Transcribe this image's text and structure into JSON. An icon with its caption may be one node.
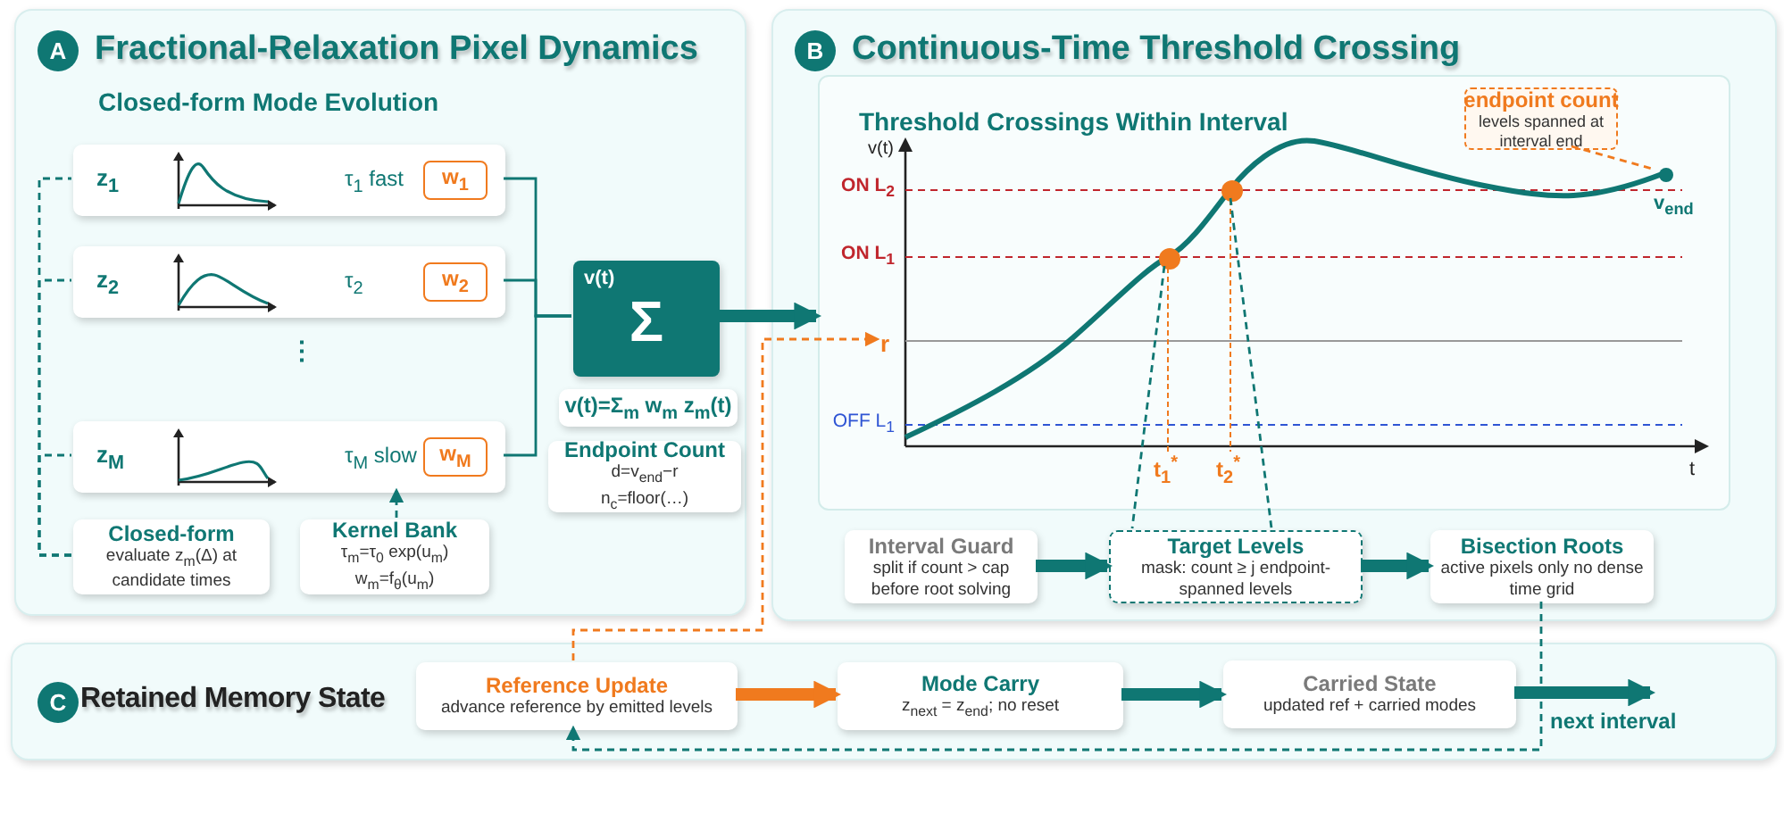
{
  "diagram": {
    "nodes": [
      {
        "text": [
          "A",
          "Fractional-Relaxation Pixel Dynamics"
        ]
      },
      {
        "text": [
          "B",
          "Continuous-Time Threshold Crossing"
        ]
      },
      {
        "text": [
          "C",
          "Retained Memory State"
        ]
      },
      {
        "text": [
          "z$_{1}$",
          "τ$_{1}$ fast"
        ],
        "in": 0
      },
      {
        "text": [
          "w$_{1}$"
        ],
        "in": 3
      },
      {
        "text": [
          "z$_{2}$",
          "τ$_{2}$"
        ],
        "in": 0
      },
      {
        "text": [
          "w$_{2}$"
        ],
        "in": 5
      },
      {
        "text": [
          "z$_{M}$",
          "τ$_{M}$ slow"
        ],
        "in": 0
      },
      {
        "text": [
          "w$_{M}$"
        ],
        "in": 7
      },
      {
        "text": [
          "Closed-form",
          "evaluate z$_{m}$(Δ) at candidate times"
        ],
        "in": 0
      },
      {
        "text": [
          "Kernel Bank",
          "τ$_{m}$=τ$_{0}$ exp(u$_{m}$)",
          "w$_{m}$=f$_{θ}$(u$_{m}$)"
        ],
        "in": 0
      },
      {
        "text": [
          "v(t)",
          "Σ"
        ],
        "in": 0
      },
      {
        "text": [
          "v(t)=Σ$_{m}$ w$_{m}$ z$_{m}$(t)"
        ],
        "in": 0
      },
      {
        "text": [
          "Endpoint Count",
          "d=v$_{end}$−r",
          "n$_{c}$=floor(…)"
        ],
        "in": 0
      },
      {
        "text": [
          "Threshold Crossings Within Interval"
        ],
        "in": 1
      },
      {
        "text": [
          "endpoint count",
          "levels spanned at interval end"
        ],
        "in": 14
      },
      {
        "text": [],
        "shape": "circle",
        "in": 14,
        "beside": [
          "v$_{end}$"
        ]
      },
      {
        "text": [],
        "shape": "circle",
        "in": 14
      },
      {
        "text": [],
        "shape": "circle",
        "in": 14
      },
      {
        "text": [
          "r"
        ],
        "in": 14
      },
      {
        "text": [
          "Interval Guard",
          "split if count > cap before root solving"
        ],
        "in": 1
      },
      {
        "text": [
          "Target Levels",
          "mask: count ≥ j endpoint-spanned levels"
        ],
        "in": 1
      },
      {
        "text": [
          "Bisection Roots",
          "active pixels only no dense time grid"
        ],
        "in": 1
      },
      {
        "text": [
          "Reference Update",
          "advance reference by emitted levels"
        ],
        "in": 2
      },
      {
        "text": [
          "Mode Carry",
          "z$_{next}$ = z$_{end}$; no reset"
        ],
        "in": 2
      },
      {
        "text": [
          "Carried State",
          "updated ref + carried modes"
        ],
        "in": 2
      }
    ],
    "edges": [
      {
        "from": 3,
        "to": 11,
        "arrow": "none"
      },
      {
        "from": 5,
        "to": 11,
        "arrow": "none"
      },
      {
        "from": 7,
        "to": 11,
        "arrow": "none"
      },
      {
        "from": 9,
        "to": 3,
        "arrow": "none",
        "style": "dashed"
      },
      {
        "from": 9,
        "to": 5,
        "arrow": "none",
        "style": "dashed"
      },
      {
        "from": 9,
        "to": 7,
        "arrow": "none",
        "style": "dashed"
      },
      {
        "from": 10,
        "to": 7,
        "arrow": "to",
        "style": "dashed"
      },
      {
        "from": 11,
        "to": 14,
        "arrow": "to",
        "style": "thick"
      },
      {
        "from": 23,
        "to": 19,
        "arrow": "to",
        "style": "dashed",
        "color": "#f07a1e"
      },
      {
        "from": 17,
        "to": 21,
        "arrow": "none",
        "style": "dashed"
      },
      {
        "from": 18,
        "to": 21,
        "arrow": "none",
        "style": "dashed"
      },
      {
        "from": 15,
        "to": 16,
        "arrow": "none",
        "style": "dashed",
        "color": "#f07a1e"
      },
      {
        "from": 20,
        "to": 21,
        "arrow": "to",
        "style": "thick"
      },
      {
        "from": 21,
        "to": 22,
        "arrow": "to",
        "style": "thick"
      },
      {
        "from": 22,
        "to": 23,
        "arrow": "to",
        "style": "dashed"
      },
      {
        "from": 23,
        "to": 24,
        "arrow": "to",
        "style": "thick",
        "color": "#f07a1e"
      },
      {
        "from": 24,
        "to": 25,
        "arrow": "to",
        "style": "thick"
      },
      {
        "from": 25,
        "to": null,
        "arrow": "to",
        "style": "thick",
        "label": "next interval"
      }
    ],
    "labels": [
      "Closed-form Mode Evolution",
      "⋮",
      "v(t)",
      "ON L$_{2}$",
      "ON L$_{1}$",
      "OFF L$_{1}$",
      "t$_{1}$$^{*}$",
      "t$_{2}$$^{*}$",
      "t"
    ]
  }
}
